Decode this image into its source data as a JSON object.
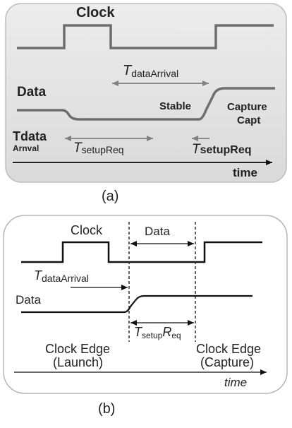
{
  "colors": {
    "panel_a_fill": "#e3e3e3",
    "panel_b_fill": "#ffffff",
    "trace_a": "#6e6e6e",
    "trace_b": "#111111",
    "arrow_a": "#808080"
  },
  "panel_a": {
    "clock_label": "Clock",
    "data_label": "Data",
    "t_arrival_main": "T",
    "t_arrival_sub": "dataArrival",
    "stable_label": "Stable",
    "capture_label": "Capture",
    "capt_label": "Capt",
    "tdata_label": "Tdata",
    "arnval_label": "Arnval",
    "t_setup_main": "T",
    "t_setup_sub": "setupReq",
    "t_setup2_main": "T",
    "t_setup2_sub": "setupReq",
    "time_label": "time",
    "caption": "(a)"
  },
  "panel_b": {
    "clock_label": "Clock",
    "data_window_label": "Data",
    "t_arrival_main": "T",
    "t_arrival_sub": "dataArrival",
    "data_label": "Data",
    "t_setup_main": "T",
    "t_setup_sub": "setup",
    "t_setup_r": "R",
    "t_setup_eq": "eq",
    "launch_line1": "Clock Edge",
    "launch_line2": "(Launch)",
    "capture_line1": "Clock Edge",
    "capture_line2": "(Capture)",
    "time_label": "time",
    "caption": "(b)"
  }
}
